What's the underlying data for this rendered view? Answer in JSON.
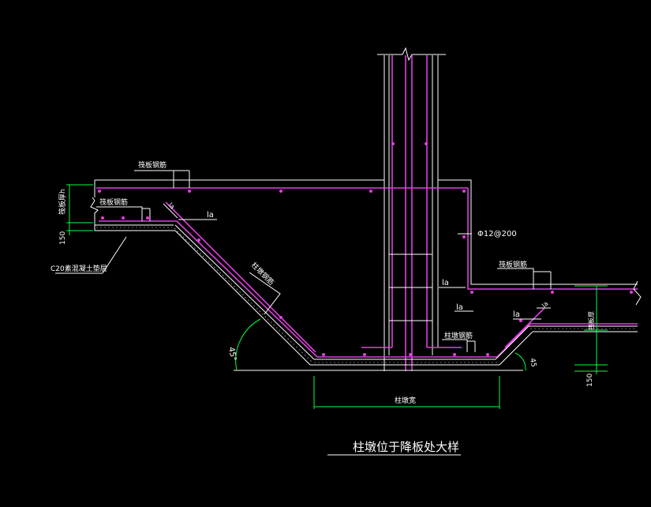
{
  "title": "柱墩位于降板处大样",
  "labels": {
    "top_rebar_left": "筏板钢筋",
    "bottom_rebar_left": "筏板钢筋",
    "la_left": "la",
    "la_left_small": "la",
    "slope_rebar": "柱墩钢筋",
    "cushion": "C20素混凝土垫层",
    "thickness_left": "筏板厚h",
    "dim_150_left": "150",
    "angle_left": "45°",
    "stirrup": "Φ12@200",
    "right_top_rebar": "筏板钢筋",
    "la_mid1": "la",
    "la_mid2": "la",
    "la_right": "la",
    "la_right_small": "la",
    "pier_rebar": "柱墩钢筋",
    "thickness_right": "筏板厚",
    "dim_150_right": "150",
    "angle_right": "45",
    "pier_width": "柱墩宽"
  },
  "colors": {
    "background": "#000000",
    "concrete": "#ffffff",
    "rebar": "#e040e0",
    "dimension": "#00ff40"
  }
}
